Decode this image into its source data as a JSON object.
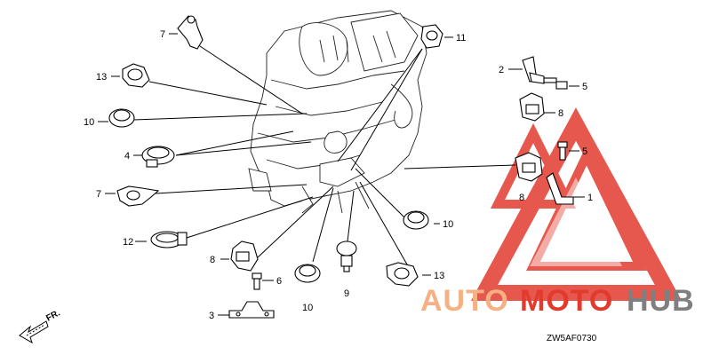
{
  "diagram": {
    "callouts": [
      {
        "id": "c7a",
        "label": "7"
      },
      {
        "id": "c13a",
        "label": "13"
      },
      {
        "id": "c10a",
        "label": "10"
      },
      {
        "id": "c4",
        "label": "4"
      },
      {
        "id": "c7b",
        "label": "7"
      },
      {
        "id": "c12",
        "label": "12"
      },
      {
        "id": "c8a",
        "label": "8"
      },
      {
        "id": "c6",
        "label": "6"
      },
      {
        "id": "c3",
        "label": "3"
      },
      {
        "id": "c10b",
        "label": "10"
      },
      {
        "id": "c9",
        "label": "9"
      },
      {
        "id": "c13b",
        "label": "13"
      },
      {
        "id": "c10c",
        "label": "10"
      },
      {
        "id": "c11",
        "label": "11"
      },
      {
        "id": "c2",
        "label": "2"
      },
      {
        "id": "c5a",
        "label": "5"
      },
      {
        "id": "c8b",
        "label": "8"
      },
      {
        "id": "c5b",
        "label": "5"
      },
      {
        "id": "c1",
        "label": "1"
      },
      {
        "id": "c8c",
        "label": "8"
      }
    ],
    "direction_label": "FR.",
    "diagram_code": "ZW5AF0730"
  },
  "watermark": {
    "word_part1": "AUTO",
    "word_part2": "MOTO",
    "word_part3": "HUB",
    "color_orange": "#f5b183",
    "color_red": "#e23b2e",
    "color_gray": "#7f7f7f"
  }
}
